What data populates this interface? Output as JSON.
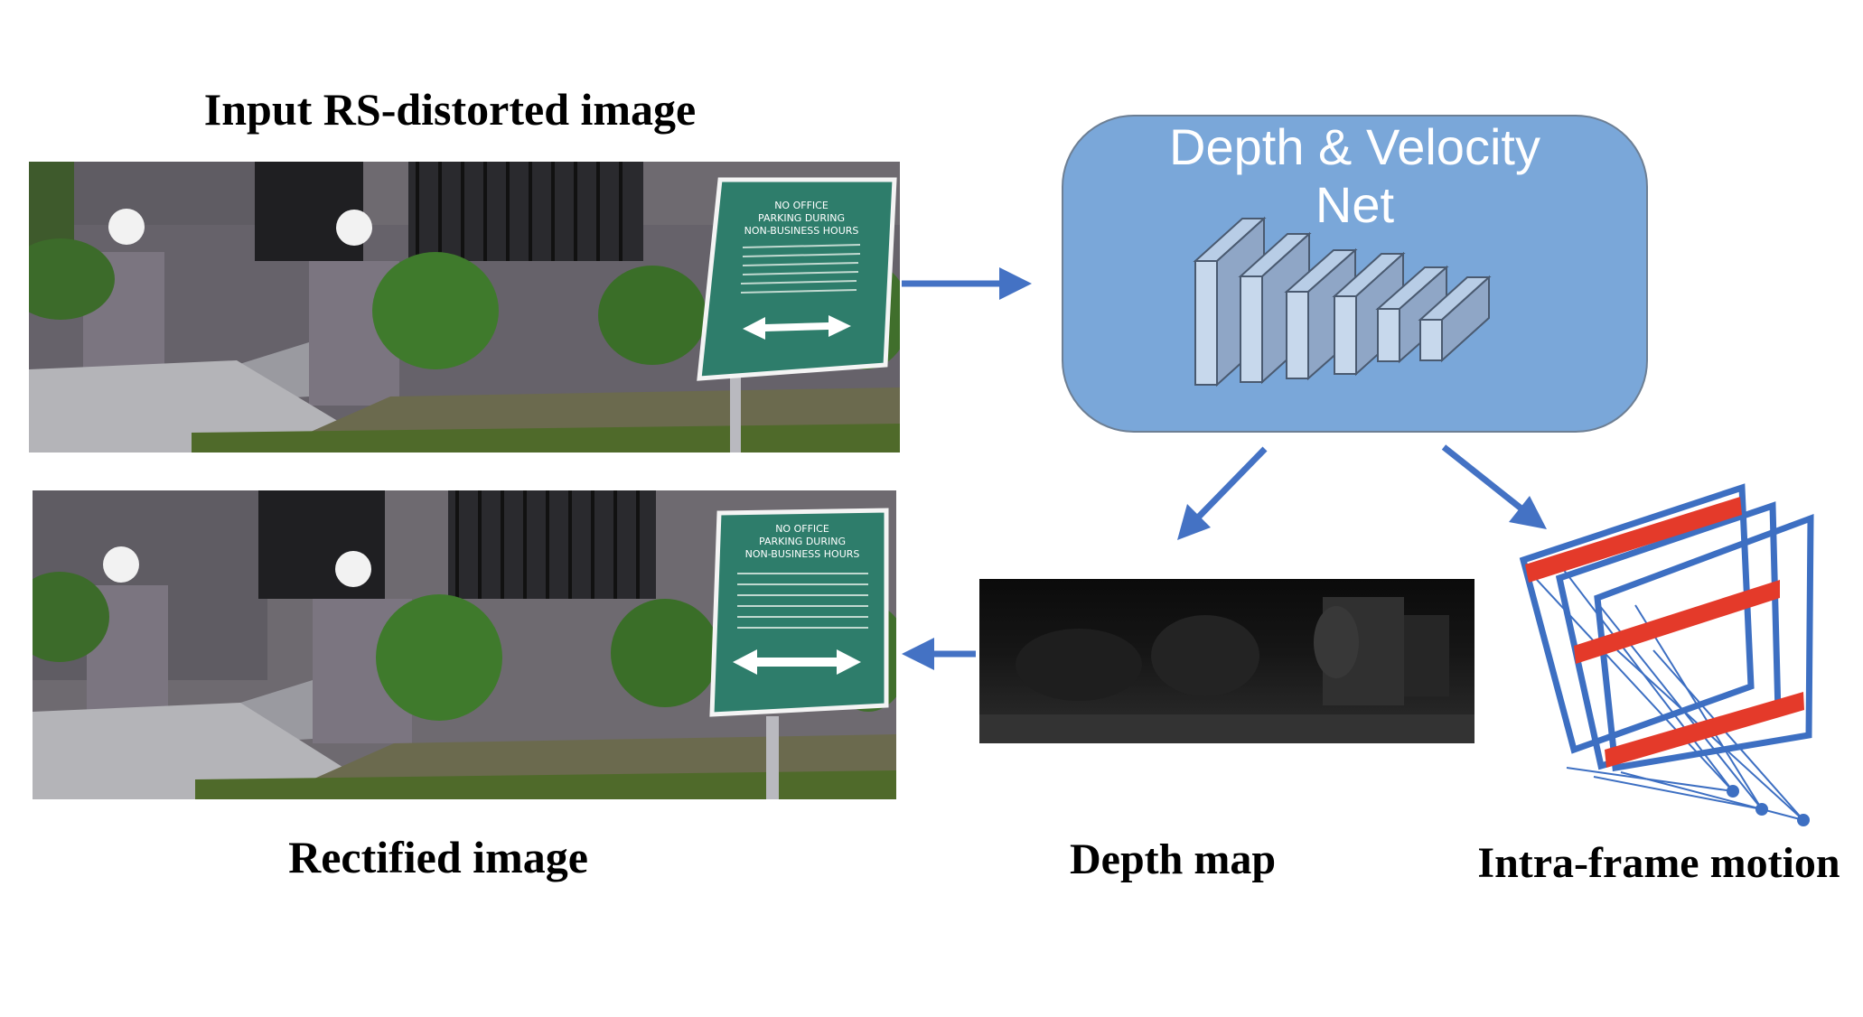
{
  "labels": {
    "input": "Input RS-distorted image",
    "rectified": "Rectified image",
    "depth_map": "Depth map",
    "intra_frame": "Intra-frame motion"
  },
  "network": {
    "title_line1": "Depth & Velocity",
    "title_line2": "Net"
  },
  "sign": {
    "line1": "NO OFFICE",
    "line2": "PARKING DURING",
    "line3": "NON-BUSINESS HOURS"
  },
  "colors": {
    "arrow": "#4472c4",
    "net_box": "#7aa7d9",
    "frame_blue": "#3d6fc2",
    "stripe_red": "#e43a2a",
    "sign_green": "#2e7d6b"
  }
}
